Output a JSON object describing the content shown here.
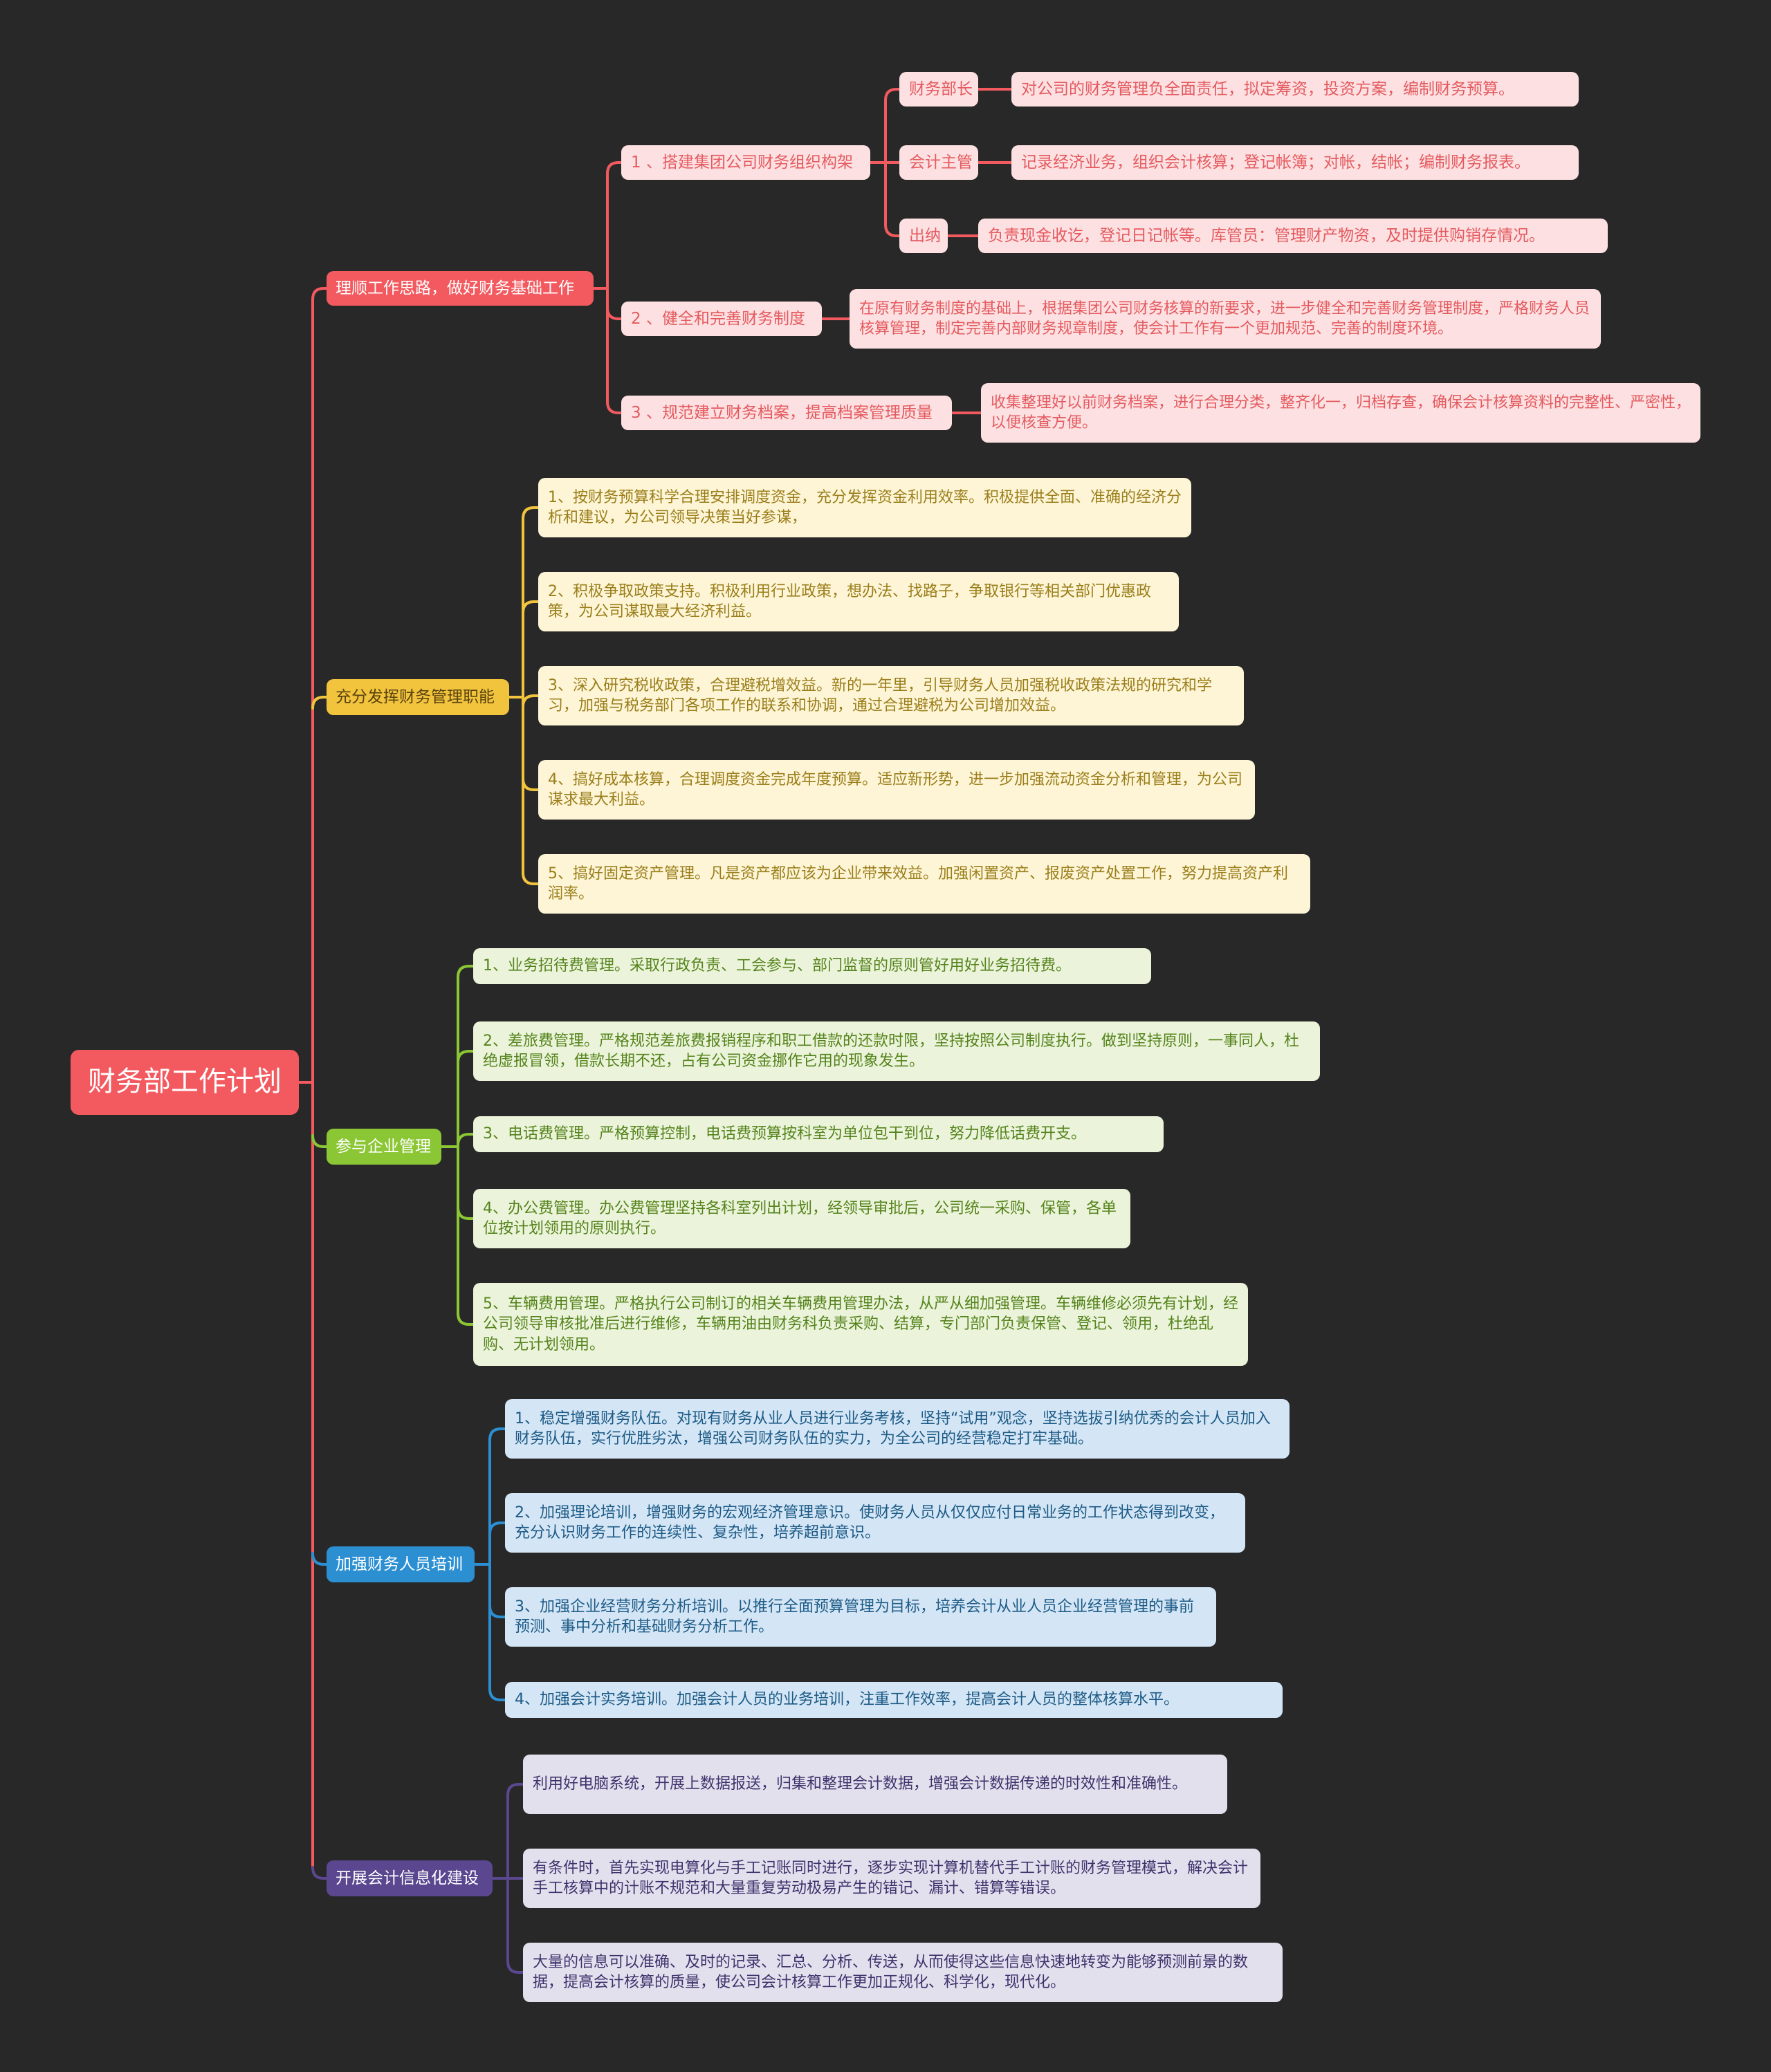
{
  "root": {
    "label": "财务部工作计划"
  },
  "colors": {
    "root": "#f25a5f",
    "branches": [
      "#f25a5f",
      "#f2c43d",
      "#8bc634",
      "#2b8fd2",
      "#5a4790"
    ],
    "leaf_bg": [
      "#fde1e2",
      "#fdf5d5",
      "#ebf4da",
      "#d4e6f5",
      "#e3e0ee"
    ],
    "leaf_text": [
      "#e45a5f",
      "#9b7e1b",
      "#55831c",
      "#1c5a86",
      "#3e326b"
    ]
  },
  "branches": [
    {
      "label": "理顺工作思路，做好财务基础工作",
      "children": [
        {
          "label": "1 、搭建集团公司财务组织构架",
          "children": [
            {
              "label": "财务部长",
              "detail": "对公司的财务管理负全面责任，拟定筹资，投资方案，编制财务预算。"
            },
            {
              "label": "会计主管",
              "detail": "记录经济业务，组织会计核算；登记帐簿；对帐，结帐；编制财务报表。"
            },
            {
              "label": "出纳",
              "detail": "负责现金收讫，登记日记帐等。库管员：管理财产物资，及时提供购销存情况。"
            }
          ]
        },
        {
          "label": "2 、健全和完善财务制度",
          "detail": "在原有财务制度的基础上，根据集团公司财务核算的新要求，进一步健全和完善财务管理制度，严格财务人员核算管理，制定完善内部财务规章制度，使会计工作有一个更加规范、完善的制度环境。"
        },
        {
          "label": "3 、规范建立财务档案，提高档案管理质量",
          "detail": "收集整理好以前财务档案，进行合理分类，整齐化一，归档存查，确保会计核算资料的完整性、严密性，以便核查方便。"
        }
      ]
    },
    {
      "label": "充分发挥财务管理职能",
      "items": [
        "1、按财务预算科学合理安排调度资金，充分发挥资金利用效率。积极提供全面、准确的经济分析和建议，为公司领导决策当好参谋，",
        "2、积极争取政策支持。积极利用行业政策，想办法、找路子，争取银行等相关部门优惠政策，为公司谋取最大经济利益。",
        "3、深入研究税收政策，合理避税增效益。新的一年里，引导财务人员加强税收政策法规的研究和学习，加强与税务部门各项工作的联系和协调，通过合理避税为公司增加效益。",
        "4、搞好成本核算，合理调度资金完成年度预算。适应新形势，进一步加强流动资金分析和管理，为公司谋求最大利益。",
        "5、搞好固定资产管理。凡是资产都应该为企业带来效益。加强闲置资产、报废资产处置工作，努力提高资产利润率。"
      ]
    },
    {
      "label": "参与企业管理",
      "items": [
        "1、业务招待费管理。采取行政负责、工会参与、部门监督的原则管好用好业务招待费。",
        "2、差旅费管理。严格规范差旅费报销程序和职工借款的还款时限，坚持按照公司制度执行。做到坚持原则，一事同人，杜绝虚报冒领，借款长期不还，占有公司资金挪作它用的现象发生。",
        "3、电话费管理。严格预算控制，电话费预算按科室为单位包干到位，努力降低话费开支。",
        "4、办公费管理。办公费管理坚持各科室列出计划，经领导审批后，公司统一采购、保管，各单位按计划领用的原则执行。",
        "5、车辆费用管理。严格执行公司制订的相关车辆费用管理办法，从严从细加强管理。车辆维修必须先有计划，经公司领导审核批准后进行维修，车辆用油由财务科负责采购、结算，专门部门负责保管、登记、领用，杜绝乱购、无计划领用。"
      ]
    },
    {
      "label": "加强财务人员培训",
      "items": [
        "1、稳定增强财务队伍。对现有财务从业人员进行业务考核，坚持“试用”观念，坚持选拔引纳优秀的会计人员加入财务队伍，实行优胜劣汰，增强公司财务队伍的实力，为全公司的经营稳定打牢基础。",
        "2、加强理论培训，增强财务的宏观经济管理意识。使财务人员从仅仅应付日常业务的工作状态得到改变，充分认识财务工作的连续性、复杂性，培养超前意识。",
        "3、加强企业经营财务分析培训。以推行全面预算管理为目标，培养会计从业人员企业经营管理的事前预测、事中分析和基础财务分析工作。",
        "4、加强会计实务培训。加强会计人员的业务培训，注重工作效率，提高会计人员的整体核算水平。"
      ]
    },
    {
      "label": "开展会计信息化建设",
      "items": [
        "利用好电脑系统，开展上数据报送，归集和整理会计数据，增强会计数据传递的时效性和准确性。",
        "有条件时，首先实现电算化与手工记账同时进行，逐步实现计算机替代手工计账的财务管理模式，解决会计手工核算中的计账不规范和大量重复劳动极易产生的错记、漏计、错算等错误。",
        "大量的信息可以准确、及时的记录、汇总、分析、传送，从而使得这些信息快速地转变为能够预测前景的数据，提高会计核算的质量，使公司会计核算工作更加正规化、科学化，现代化。"
      ]
    }
  ]
}
